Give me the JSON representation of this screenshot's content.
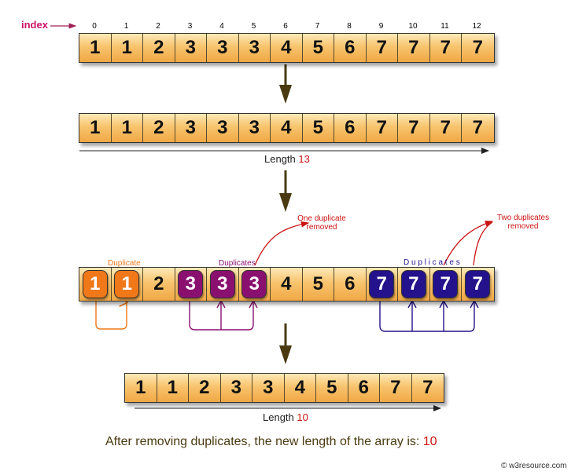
{
  "index_label": "index",
  "indices": [
    "0",
    "1",
    "2",
    "3",
    "4",
    "5",
    "6",
    "7",
    "8",
    "9",
    "10",
    "11",
    "12"
  ],
  "original_array": [
    "1",
    "1",
    "2",
    "3",
    "3",
    "3",
    "4",
    "5",
    "6",
    "7",
    "7",
    "7",
    "7"
  ],
  "length_label": "Length",
  "length_value": "13",
  "marked_array": [
    {
      "v": "1",
      "dup": "orange"
    },
    {
      "v": "1",
      "dup": "orange"
    },
    {
      "v": "2",
      "dup": ""
    },
    {
      "v": "3",
      "dup": "purple"
    },
    {
      "v": "3",
      "dup": "purple"
    },
    {
      "v": "3",
      "dup": "purple"
    },
    {
      "v": "4",
      "dup": ""
    },
    {
      "v": "5",
      "dup": ""
    },
    {
      "v": "6",
      "dup": ""
    },
    {
      "v": "7",
      "dup": "blue"
    },
    {
      "v": "7",
      "dup": "blue"
    },
    {
      "v": "7",
      "dup": "blue"
    },
    {
      "v": "7",
      "dup": "blue"
    }
  ],
  "labels": {
    "duplicate_orange": "Duplicate",
    "duplicates_purple": "Duplicates",
    "duplicates_blue": "D u p l i c a t e s",
    "one_removed_line1": "One duplicate",
    "one_removed_line2": "removed",
    "two_removed_line1": "Two duplicates",
    "two_removed_line2": "removed"
  },
  "result_array": [
    "1",
    "1",
    "2",
    "3",
    "3",
    "4",
    "5",
    "6",
    "7",
    "7"
  ],
  "result_length_value": "10",
  "summary_text": "After removing duplicates, the new length of the array is:",
  "summary_value": "10",
  "watermark": "© w3resource.com",
  "colors": {
    "orange": "#f07818",
    "purple": "#8a1070",
    "blue": "#24128c",
    "red": "#cc1111",
    "arrow": "#4a3a10"
  }
}
